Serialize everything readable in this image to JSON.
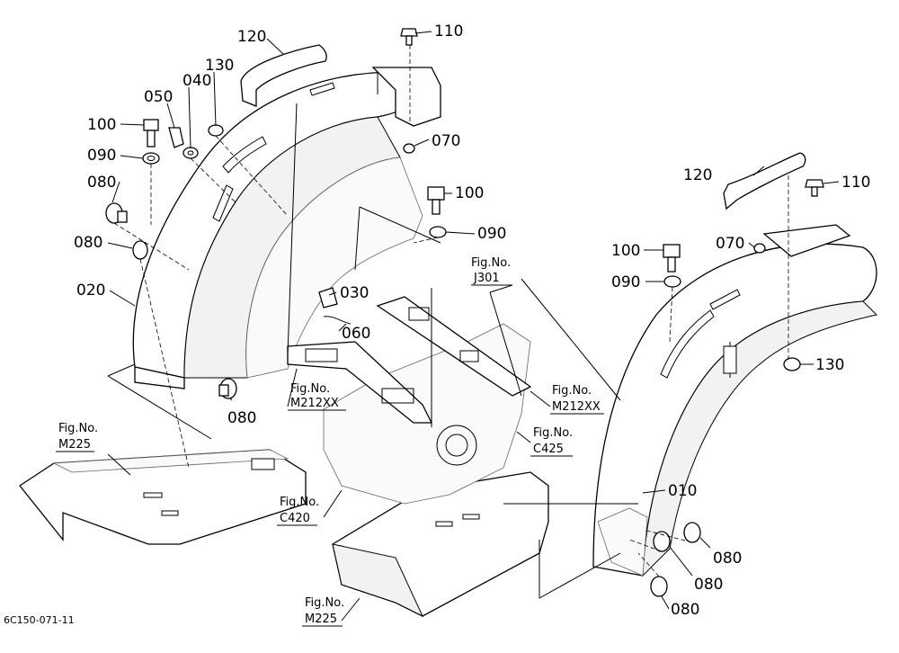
{
  "part_labels": {
    "p120_left": "120",
    "p110_left": "110",
    "p130_left": "130",
    "p040": "040",
    "p050": "050",
    "p100_left": "100",
    "p090_left": "090",
    "p080_a": "080",
    "p080_b": "080",
    "p020": "020",
    "p070_left": "070",
    "p100_mid": "100",
    "p090_mid": "090",
    "p030": "030",
    "p060": "060",
    "p080_c": "080",
    "p120_right": "120",
    "p110_right": "110",
    "p100_right": "100",
    "p070_right": "070",
    "p090_right": "090",
    "p130_right": "130",
    "p010": "010",
    "p080_d": "080",
    "p080_e": "080",
    "p080_f": "080"
  },
  "figure_refs": {
    "j301": {
      "prefix": "Fig.No.",
      "code": "J301"
    },
    "m212_left": {
      "prefix": "Fig.No.",
      "code": "M212XX"
    },
    "m212_right": {
      "prefix": "Fig.No.",
      "code": "M212XX"
    },
    "c425": {
      "prefix": "Fig.No.",
      "code": "C425"
    },
    "m225_left": {
      "prefix": "Fig.No.",
      "code": "M225"
    },
    "c420": {
      "prefix": "Fig.No.",
      "code": "C420"
    },
    "m225_bottom": {
      "prefix": "Fig.No.",
      "code": "M225"
    }
  },
  "diagram_code": "6C150-071-11"
}
